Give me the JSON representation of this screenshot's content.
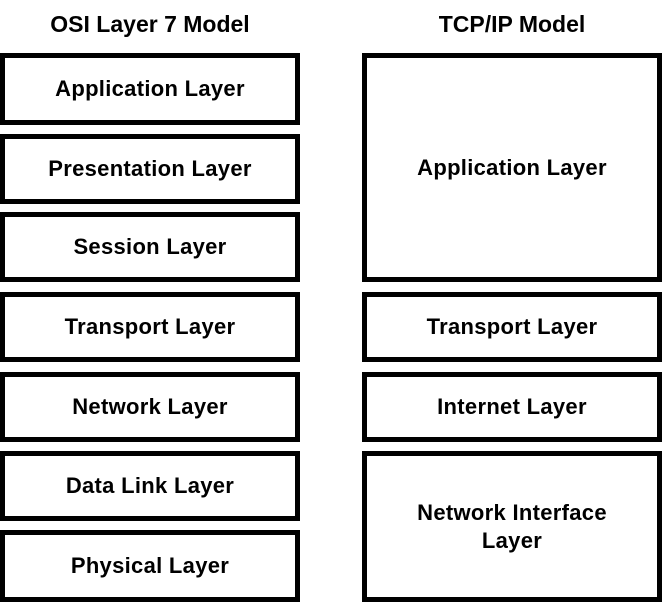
{
  "osi": {
    "title": "OSI Layer 7 Model",
    "layers": [
      "Application Layer",
      "Presentation Layer",
      "Session Layer",
      "Transport Layer",
      "Network Layer",
      "Data Link Layer",
      "Physical Layer"
    ]
  },
  "tcpip": {
    "title": "TCP/IP Model",
    "layers": [
      "Application Layer",
      "Transport Layer",
      "Internet Layer",
      "Network Interface Layer"
    ],
    "network_interface_line1": "Network Interface",
    "network_interface_line2": "Layer"
  }
}
